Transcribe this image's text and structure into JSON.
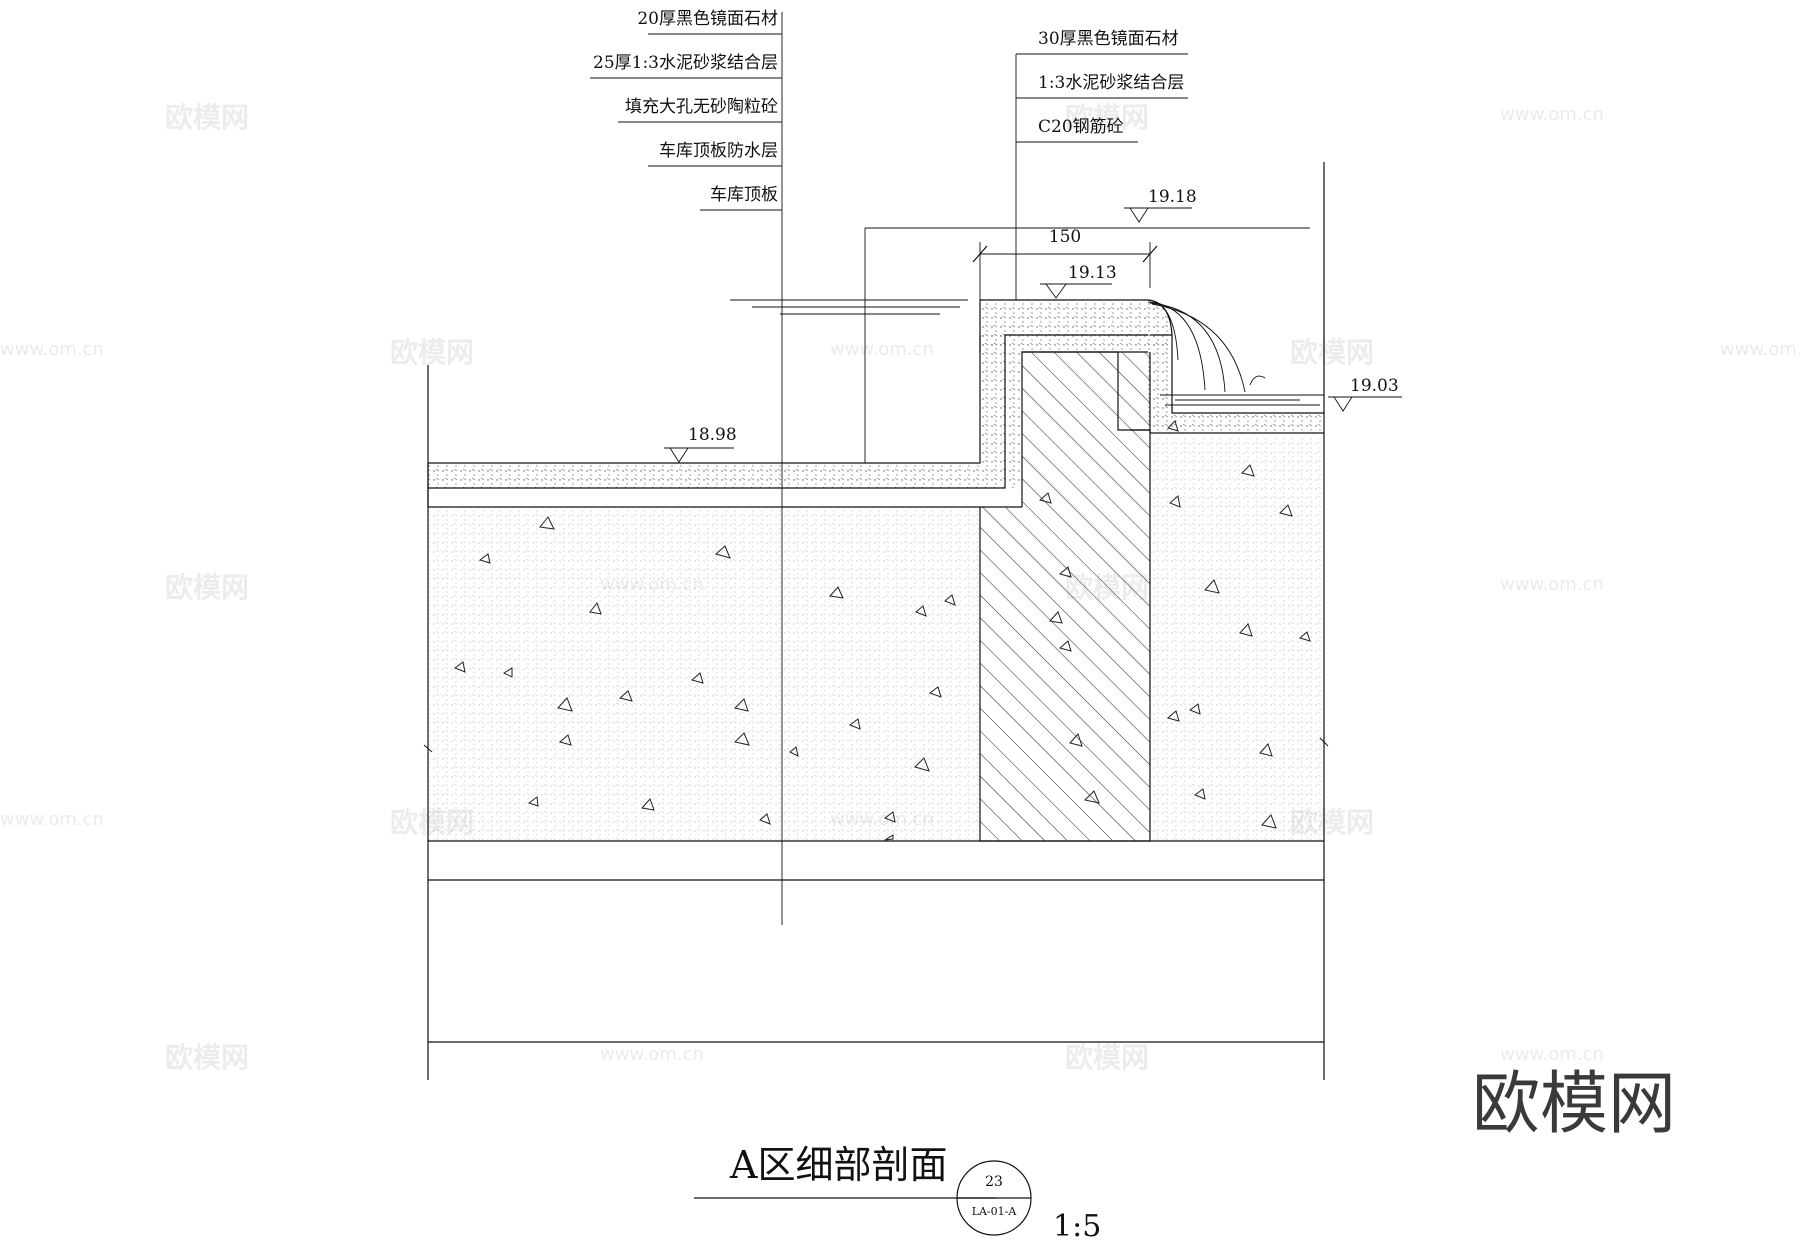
{
  "drawing": {
    "title": "A区细部剖面",
    "scale": "1:5",
    "detail_number": "23",
    "sheet_ref": "LA-01-A"
  },
  "callouts_left": [
    "20厚黑色镜面石材",
    "25厚1:3水泥砂浆结合层",
    "填充大孔无砂陶粒砼",
    "车库顶板防水层",
    "车库顶板"
  ],
  "callouts_right": [
    "30厚黑色镜面石材",
    "1:3水泥砂浆结合层",
    "C20钢筋砼"
  ],
  "dimension": "150",
  "elevations": {
    "water_level": "19.18",
    "wall_top": "19.13",
    "pool_bottom": "19.03",
    "paving": "18.98"
  },
  "watermarks": {
    "brand_cn": "欧模网",
    "url": "www.om.cn"
  },
  "brand_logo": "欧模网"
}
